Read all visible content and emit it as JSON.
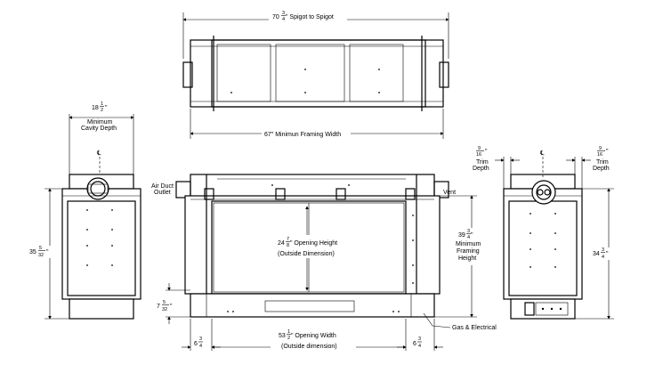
{
  "title": "",
  "top_view": {
    "spigot_whole": "70",
    "spigot_num": "3",
    "spigot_den": "4",
    "spigot_label": "\" Spigot to Spigot",
    "framing_width": "67\" Minimun Framing Width"
  },
  "side_view": {
    "depth_whole": "18",
    "depth_num": "1",
    "depth_den": "2",
    "depth_unit": "\"",
    "depth_label_1": "Minimum",
    "depth_label_2": "Cavity Depth",
    "height_whole": "35",
    "height_num": "5",
    "height_den": "32",
    "height_unit": "\"",
    "centerline": "℄"
  },
  "front_view": {
    "air_duct_1": "Air Duct",
    "air_duct_2": "Outlet",
    "vent": "Vent",
    "opening_h_whole": "24",
    "opening_h_num": "7",
    "opening_h_den": "8",
    "opening_h_label": "\" Opening Height",
    "opening_h_sub": "(Outside Dimension)",
    "framing_h_whole": "39",
    "framing_h_num": "3",
    "framing_h_den": "4",
    "framing_h_unit": "\"",
    "framing_h_1": "Minimum",
    "framing_h_2": "Framing",
    "framing_h_3": "Height",
    "base_whole": "7",
    "base_num": "5",
    "base_den": "32",
    "base_unit": "\"",
    "opening_w_whole": "53",
    "opening_w_num": "1",
    "opening_w_den": "2",
    "opening_w_label": "\" Opening Width",
    "opening_w_sub": "(Outside dimension)",
    "side_left_whole": "6",
    "side_left_num": "3",
    "side_left_den": "4",
    "side_right_whole": "6",
    "side_right_num": "3",
    "side_right_den": "4",
    "gas": "Gas & Electrical"
  },
  "right_view": {
    "trim_left_num": "9",
    "trim_left_den": "16",
    "trim_left_unit": "\"",
    "trim_left_1": "Trim",
    "trim_left_2": "Depth",
    "trim_right_num": "9",
    "trim_right_den": "16",
    "trim_right_unit": "\"",
    "trim_right_1": "Trim",
    "trim_right_2": "Depth",
    "height_whole": "34",
    "height_num": "3",
    "height_den": "4",
    "height_unit": "\"",
    "centerline": "℄"
  }
}
